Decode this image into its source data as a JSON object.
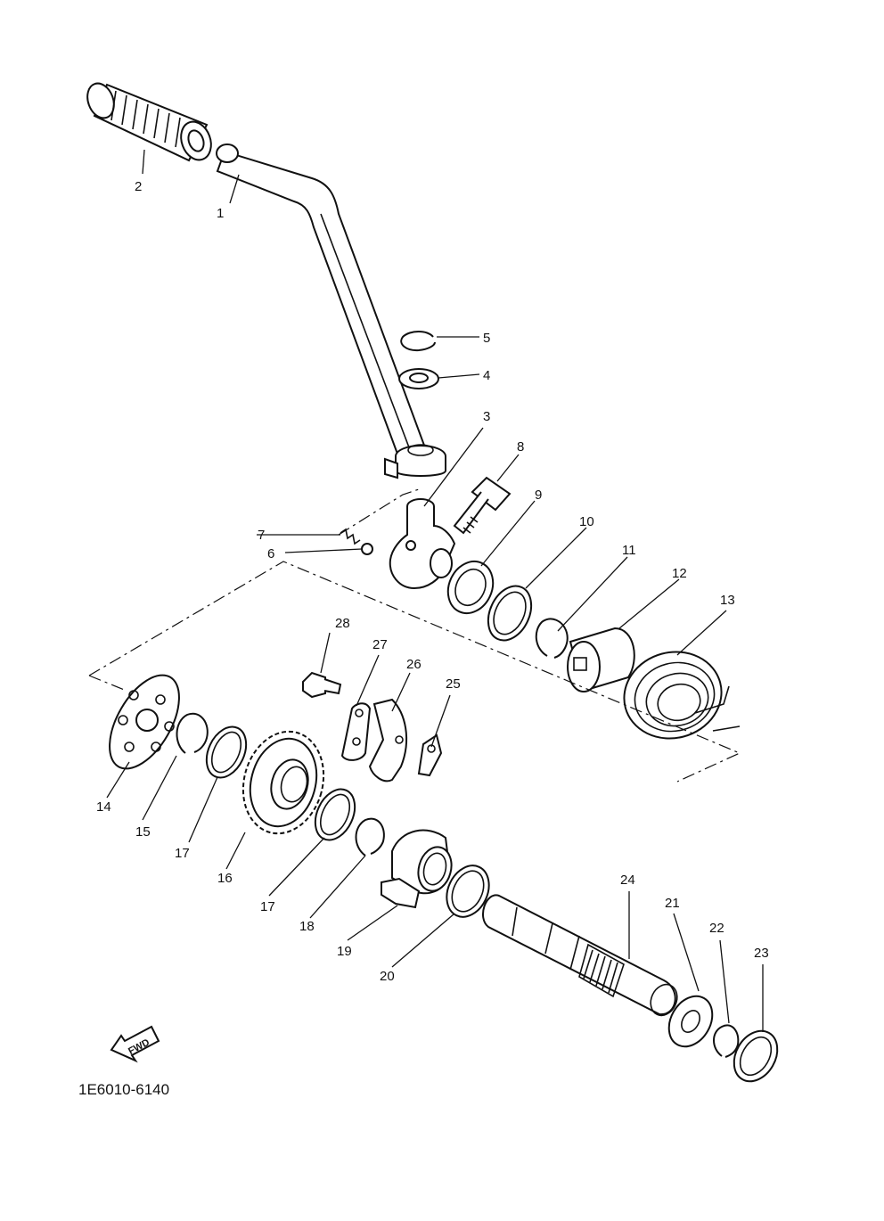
{
  "diagram": {
    "drawing_code": "1E6010-6140",
    "fwd_label": "FWD",
    "labels": [
      {
        "id": "1",
        "text": "1"
      },
      {
        "id": "2",
        "text": "2"
      },
      {
        "id": "3",
        "text": "3"
      },
      {
        "id": "4",
        "text": "4"
      },
      {
        "id": "5",
        "text": "5"
      },
      {
        "id": "6",
        "text": "6"
      },
      {
        "id": "7",
        "text": "7"
      },
      {
        "id": "8",
        "text": "8"
      },
      {
        "id": "9",
        "text": "9"
      },
      {
        "id": "10",
        "text": "10"
      },
      {
        "id": "11",
        "text": "11"
      },
      {
        "id": "12",
        "text": "12"
      },
      {
        "id": "13",
        "text": "13"
      },
      {
        "id": "14",
        "text": "14"
      },
      {
        "id": "15",
        "text": "15"
      },
      {
        "id": "16",
        "text": "16"
      },
      {
        "id": "17a",
        "text": "17"
      },
      {
        "id": "17b",
        "text": "17"
      },
      {
        "id": "18",
        "text": "18"
      },
      {
        "id": "19",
        "text": "19"
      },
      {
        "id": "20",
        "text": "20"
      },
      {
        "id": "21",
        "text": "21"
      },
      {
        "id": "22",
        "text": "22"
      },
      {
        "id": "23",
        "text": "23"
      },
      {
        "id": "24",
        "text": "24"
      },
      {
        "id": "25",
        "text": "25"
      },
      {
        "id": "26",
        "text": "26"
      },
      {
        "id": "27",
        "text": "27"
      },
      {
        "id": "28",
        "text": "28"
      }
    ]
  }
}
